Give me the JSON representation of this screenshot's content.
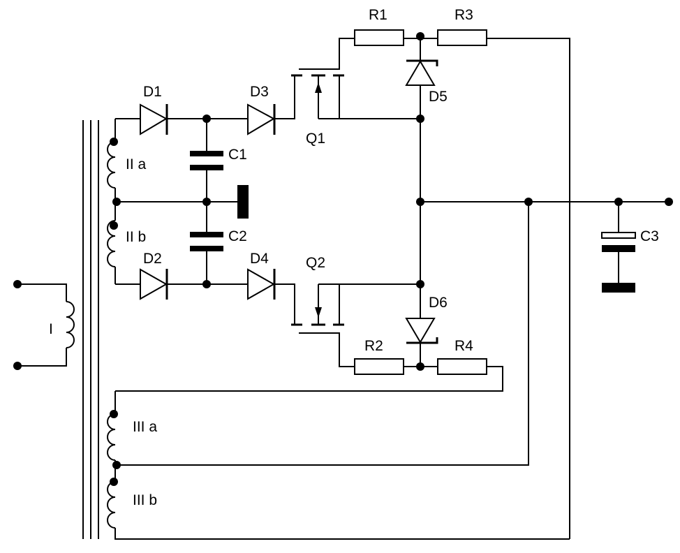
{
  "labels": {
    "D1": "D1",
    "D2": "D2",
    "D3": "D3",
    "D4": "D4",
    "D5": "D5",
    "D6": "D6",
    "C1": "C1",
    "C2": "C2",
    "C3": "C3",
    "R1": "R1",
    "R2": "R2",
    "R3": "R3",
    "R4": "R4",
    "Q1": "Q1",
    "Q2": "Q2",
    "W_I": "I",
    "W_IIa": "II a",
    "W_IIb": "II b",
    "W_IIIa": "III a",
    "W_IIIb": "III b"
  },
  "colors": {
    "ink": "#000000",
    "background": "#ffffff"
  }
}
